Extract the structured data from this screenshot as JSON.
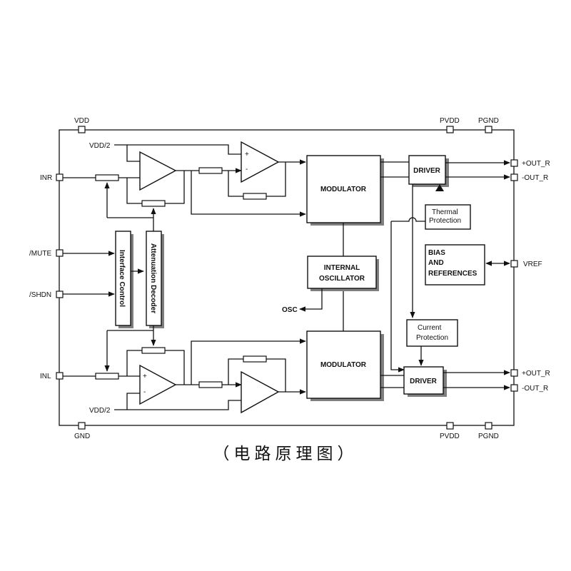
{
  "pins": {
    "vdd_top": "VDD",
    "pvdd_top": "PVDD",
    "pgnd_top": "PGND",
    "inr": "INR",
    "mute": "/MUTE",
    "shdn": "/SHDN",
    "inl": "INL",
    "gnd": "GND",
    "pvdd_bottom": "PVDD",
    "pgnd_bottom": "PGND",
    "out_r_plus_top": "+OUT_R",
    "out_r_minus_top": "-OUT_R",
    "vref": "VREF",
    "out_r_plus_bottom": "+OUT_R",
    "out_r_minus_bottom": "-OUT_R"
  },
  "labels": {
    "vdd2_top": "VDD/2",
    "vdd2_bottom": "VDD/2",
    "osc": "OSC",
    "plus": "+",
    "minus": "-"
  },
  "blocks": {
    "modulator_top": "MODULATOR",
    "modulator_bottom": "MODULATOR",
    "driver_top": "DRIVER",
    "driver_bottom": "DRIVER",
    "oscillator": [
      "INTERNAL",
      "OSCILLATOR"
    ],
    "thermal": [
      "Thermal",
      "Protection"
    ],
    "bias": [
      "BIAS",
      "AND",
      "REFERENCES"
    ],
    "current": [
      "Current",
      "Protection"
    ],
    "interface_control": "Interface Control",
    "attenuation_decoder": "Attenuation Decoder"
  },
  "caption": "（电路原理图）"
}
